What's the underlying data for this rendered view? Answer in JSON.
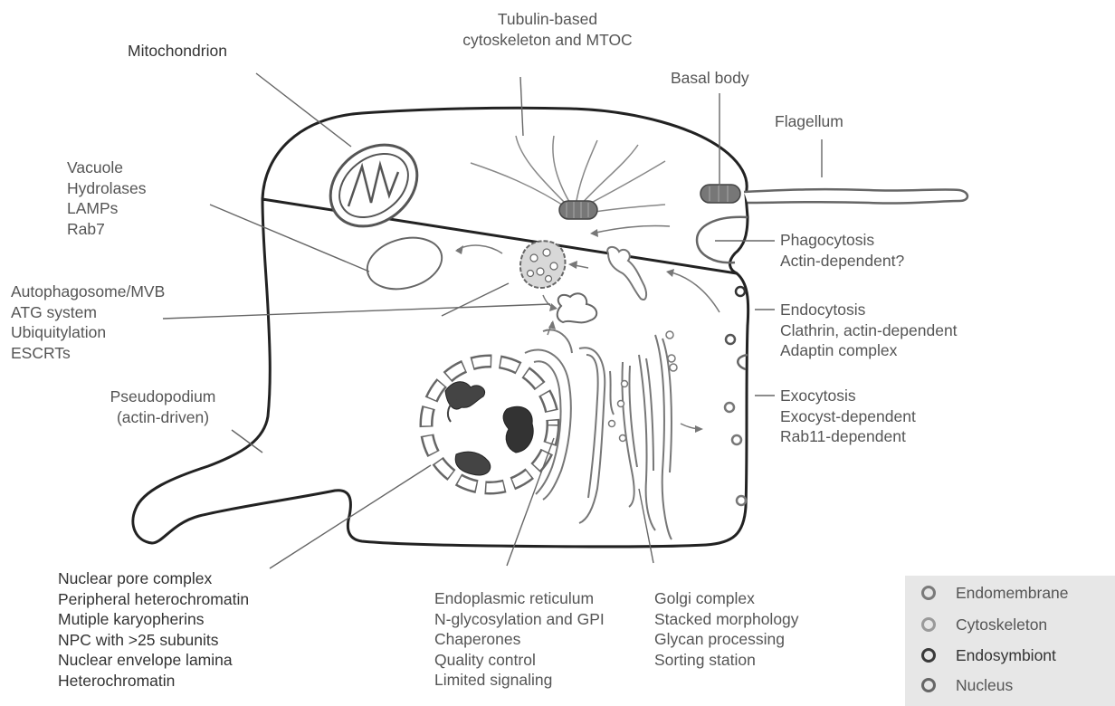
{
  "labels": {
    "mitochondrion": "Mitochondrion",
    "tubulin": [
      "Tubulin-based",
      "cytoskeleton and MTOC"
    ],
    "basal_body": "Basal body",
    "flagellum": "Flagellum",
    "vacuole": [
      "Vacuole",
      "Hydrolases",
      "LAMPs",
      "Rab7"
    ],
    "autophagosome": [
      "Autophagosome/MVB",
      "ATG system",
      "Ubiquitylation",
      "ESCRTs"
    ],
    "pseudopodium": [
      "Pseudopodium",
      "(actin-driven)"
    ],
    "phagocytosis": [
      "Phagocytosis",
      "Actin-dependent?"
    ],
    "endocytosis": [
      "Endocytosis",
      "Clathrin, actin-dependent",
      "Adaptin complex"
    ],
    "exocytosis": [
      "Exocytosis",
      "Exocyst-dependent",
      "Rab11-dependent"
    ],
    "nucleus": [
      "Nuclear pore complex",
      "Peripheral heterochromatin",
      "Mutiple karyopherins",
      "NPC with >25 subunits",
      "Nuclear envelope lamina",
      "Heterochromatin"
    ],
    "er": [
      "Endoplasmic reticulum",
      "N-glycosylation and GPI",
      "Chaperones",
      "Quality control",
      "Limited signaling"
    ],
    "golgi": [
      "Golgi complex",
      "Stacked morphology",
      "Glycan processing",
      "Sorting station"
    ]
  },
  "legend": [
    {
      "label": "Endomembrane",
      "color": "#7a7a7a"
    },
    {
      "label": "Cytoskeleton",
      "color": "#9a9a9a"
    },
    {
      "label": "Endosymbiont",
      "color": "#3a3a3a"
    },
    {
      "label": "Nucleus",
      "color": "#666666"
    }
  ]
}
